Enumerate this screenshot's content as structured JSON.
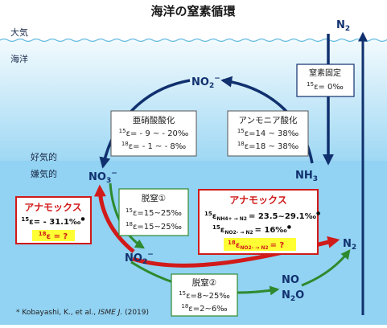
{
  "title": "海洋の窒素循環",
  "zones": {
    "air": "大気",
    "ocean": "海洋",
    "oxic": "好気的",
    "anoxic": "嫌気的"
  },
  "species": {
    "n2_top": {
      "base": "N",
      "sub": "2"
    },
    "no2_top": {
      "base": "NO",
      "sub": "2",
      "sup": "−"
    },
    "nh3": {
      "base": "NH",
      "sub": "3"
    },
    "no3": {
      "base": "NO",
      "sub": "3",
      "sup": "−"
    },
    "no2_mid": {
      "base": "NO",
      "sub": "2",
      "sup": "−"
    },
    "n2_right": {
      "base": "N",
      "sub": "2"
    },
    "no": "NO",
    "n2o": {
      "base": "N",
      "sub": "2",
      "tail": "O"
    }
  },
  "boxes": {
    "fixation": {
      "title": "窒素固定",
      "l1": {
        "iso": "15",
        "text": "ε= 0‰"
      }
    },
    "nitrite_ox": {
      "title": "亜硝酸酸化",
      "l1": {
        "iso": "15",
        "text": "ε= - 9 ~ - 20‰"
      },
      "l2": {
        "iso": "18",
        "text": "ε= - 1 ~ - 8‰"
      }
    },
    "ammonia_ox": {
      "title": "アンモニア酸化",
      "l1": {
        "iso": "15",
        "text": "ε=14 ~ 38‰"
      },
      "l2": {
        "iso": "18",
        "text": "ε=18 ~ 38‰"
      }
    },
    "anammox_left": {
      "title": "アナモックス",
      "l1": {
        "iso": "15",
        "text": "ε= - 31.1‰",
        "mark": "●"
      },
      "l2": {
        "iso": "18",
        "text": "ε = ?"
      }
    },
    "denit1": {
      "title": "脱窒①",
      "l1": {
        "iso": "15",
        "text": "ε=15~25‰"
      },
      "l2": {
        "iso": "18",
        "text": "ε=15~25‰"
      }
    },
    "anammox_right": {
      "title": "アナモックス",
      "l1": {
        "iso": "15",
        "eps": "ε",
        "sub": "NH4+ → N2",
        "text": "= 23.5~29.1‰",
        "mark": "●"
      },
      "l2": {
        "iso": "15",
        "eps": "ε",
        "sub": "NO2- → N2",
        "text": "= 16‰",
        "mark": "●"
      },
      "l3": {
        "iso": "18",
        "eps": "ε",
        "sub": "NO2- → N2",
        "text": "= ?"
      }
    },
    "denit2": {
      "title": "脱窒②",
      "l1": {
        "iso": "15",
        "text": "ε=8~25‰"
      },
      "l2": {
        "iso": "18",
        "text": "ε=2~6‰"
      }
    }
  },
  "citation": {
    "pre": "* Kobayashi, K., et al., ",
    "journal": "ISME J.",
    "post": " (2019)"
  },
  "colors": {
    "sky": "#ffffff",
    "ocean_top": "#e2f3fb",
    "ocean_deep": "#8ed0f2",
    "navy": "#10306e",
    "red": "#d11a1a",
    "green": "#2e8a2e",
    "highlight": "#ffff33"
  }
}
